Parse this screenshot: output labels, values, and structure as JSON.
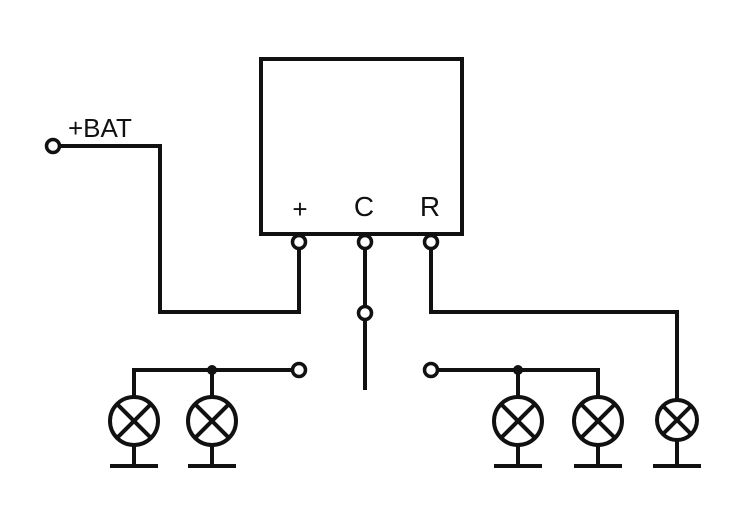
{
  "labels": {
    "battery": "+BAT",
    "plus": "+",
    "common": "C",
    "relay": "R"
  },
  "colors": {
    "ink": "#111111",
    "background": "#ffffff"
  }
}
